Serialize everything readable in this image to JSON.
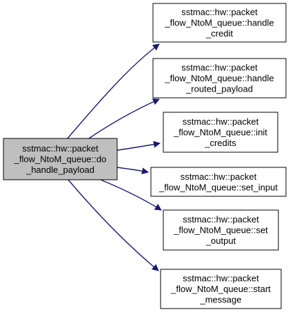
{
  "colors": {
    "edge": "#191970",
    "root_fill": "#bfbfbf",
    "node_fill": "#ffffff",
    "border": "#000000"
  },
  "diagram": {
    "root": {
      "lines": [
        "sstmac::hw::packet",
        "_flow_NtoM_queue::do",
        "_handle_payload"
      ]
    },
    "callees": [
      {
        "id": "handle-credit",
        "lines": [
          "sstmac::hw::packet",
          "_flow_NtoM_queue::handle",
          "_credit"
        ]
      },
      {
        "id": "handle-routed-payload",
        "lines": [
          "sstmac::hw::packet",
          "_flow_NtoM_queue::handle",
          "_routed_payload"
        ]
      },
      {
        "id": "init-credits",
        "lines": [
          "sstmac::hw::packet",
          "_flow_NtoM_queue::init",
          "_credits"
        ]
      },
      {
        "id": "set-input",
        "lines": [
          "sstmac::hw::packet",
          "_flow_NtoM_queue::set_input"
        ]
      },
      {
        "id": "set-output",
        "lines": [
          "sstmac::hw::packet",
          "_flow_NtoM_queue::set",
          "_output"
        ]
      },
      {
        "id": "start-message",
        "lines": [
          "sstmac::hw::packet",
          "_flow_NtoM_queue::start",
          "_message"
        ]
      }
    ]
  }
}
